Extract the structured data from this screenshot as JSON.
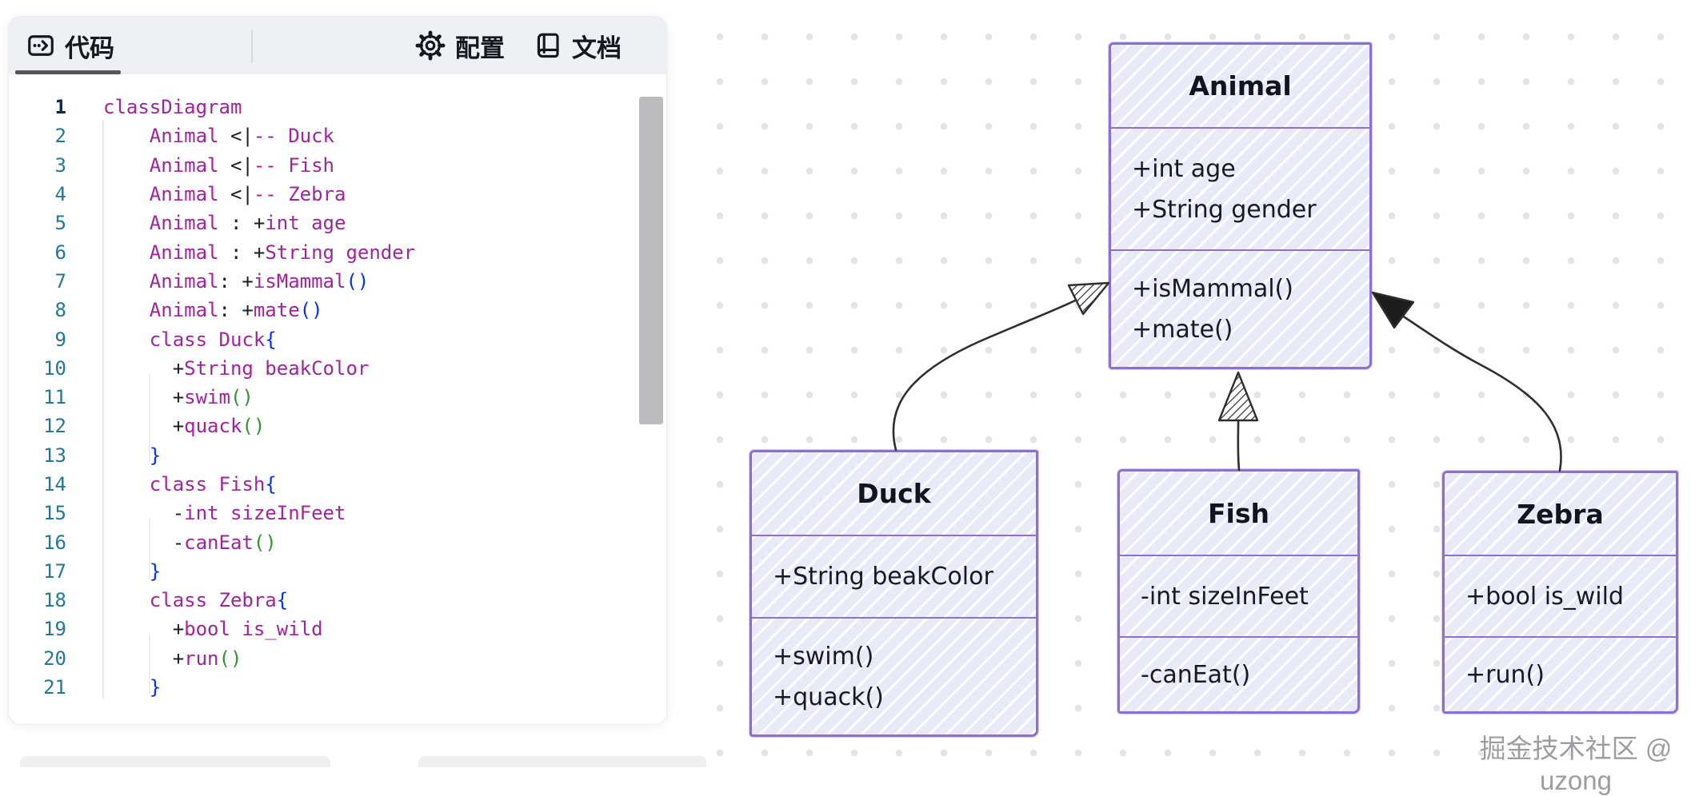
{
  "tabs": {
    "code": "代码",
    "config": "配置",
    "docs": "文档"
  },
  "editor": {
    "active_line": 1,
    "lines": [
      {
        "n": 1,
        "tokens": [
          [
            "classDiagram",
            "m"
          ]
        ]
      },
      {
        "n": 2,
        "tokens": [
          [
            "    Animal ",
            "m"
          ],
          [
            "<|",
            "k"
          ],
          [
            "-- Duck",
            "m"
          ]
        ]
      },
      {
        "n": 3,
        "tokens": [
          [
            "    Animal ",
            "m"
          ],
          [
            "<|",
            "k"
          ],
          [
            "-- Fish",
            "m"
          ]
        ]
      },
      {
        "n": 4,
        "tokens": [
          [
            "    Animal ",
            "m"
          ],
          [
            "<|",
            "k"
          ],
          [
            "-- Zebra",
            "m"
          ]
        ]
      },
      {
        "n": 5,
        "tokens": [
          [
            "    Animal ",
            "m"
          ],
          [
            ": +",
            "k"
          ],
          [
            "int age",
            "m"
          ]
        ]
      },
      {
        "n": 6,
        "tokens": [
          [
            "    Animal ",
            "m"
          ],
          [
            ": +",
            "k"
          ],
          [
            "String gender",
            "m"
          ]
        ]
      },
      {
        "n": 7,
        "tokens": [
          [
            "    Animal",
            "m"
          ],
          [
            ": +",
            "k"
          ],
          [
            "isMammal",
            "m"
          ],
          [
            "()",
            "b"
          ]
        ]
      },
      {
        "n": 8,
        "tokens": [
          [
            "    Animal",
            "m"
          ],
          [
            ": +",
            "k"
          ],
          [
            "mate",
            "m"
          ],
          [
            "()",
            "b"
          ]
        ]
      },
      {
        "n": 9,
        "tokens": [
          [
            "    class Duck",
            "m"
          ],
          [
            "{",
            "b"
          ]
        ]
      },
      {
        "n": 10,
        "tokens": [
          [
            "      +",
            "k"
          ],
          [
            "String beakColor",
            "m"
          ]
        ]
      },
      {
        "n": 11,
        "tokens": [
          [
            "      +",
            "k"
          ],
          [
            "swim",
            "m"
          ],
          [
            "()",
            "g"
          ]
        ]
      },
      {
        "n": 12,
        "tokens": [
          [
            "      +",
            "k"
          ],
          [
            "quack",
            "m"
          ],
          [
            "()",
            "g"
          ]
        ]
      },
      {
        "n": 13,
        "tokens": [
          [
            "    }",
            "b"
          ]
        ]
      },
      {
        "n": 14,
        "tokens": [
          [
            "    class Fish",
            "m"
          ],
          [
            "{",
            "b"
          ]
        ]
      },
      {
        "n": 15,
        "tokens": [
          [
            "      -",
            "k"
          ],
          [
            "int sizeInFeet",
            "m"
          ]
        ]
      },
      {
        "n": 16,
        "tokens": [
          [
            "      -",
            "k"
          ],
          [
            "canEat",
            "m"
          ],
          [
            "()",
            "g"
          ]
        ]
      },
      {
        "n": 17,
        "tokens": [
          [
            "    }",
            "b"
          ]
        ]
      },
      {
        "n": 18,
        "tokens": [
          [
            "    class Zebra",
            "m"
          ],
          [
            "{",
            "b"
          ]
        ]
      },
      {
        "n": 19,
        "tokens": [
          [
            "      +",
            "k"
          ],
          [
            "bool is_wild",
            "m"
          ]
        ]
      },
      {
        "n": 20,
        "tokens": [
          [
            "      +",
            "k"
          ],
          [
            "run",
            "m"
          ],
          [
            "()",
            "g"
          ]
        ]
      },
      {
        "n": 21,
        "tokens": [
          [
            "    }",
            "b"
          ]
        ]
      }
    ]
  },
  "diagram": {
    "classes": [
      {
        "id": "Animal",
        "title": "Animal",
        "attrs": [
          "+int age",
          "+String gender"
        ],
        "methods": [
          "+isMammal()",
          "+mate()"
        ]
      },
      {
        "id": "Duck",
        "title": "Duck",
        "attrs": [
          "+String beakColor"
        ],
        "methods": [
          "+swim()",
          "+quack()"
        ]
      },
      {
        "id": "Fish",
        "title": "Fish",
        "attrs": [
          "-int sizeInFeet"
        ],
        "methods": [
          "-canEat()"
        ]
      },
      {
        "id": "Zebra",
        "title": "Zebra",
        "attrs": [
          "+bool is_wild"
        ],
        "methods": [
          "+run()"
        ]
      }
    ],
    "edges": [
      {
        "from": "Duck",
        "to": "Animal",
        "type": "inheritance"
      },
      {
        "from": "Fish",
        "to": "Animal",
        "type": "inheritance"
      },
      {
        "from": "Zebra",
        "to": "Animal",
        "type": "inheritance"
      }
    ]
  },
  "watermark": "掘金技术社区 @ uzong",
  "colors": {
    "purple": "#8d6fd2",
    "magenta": "#a3239e",
    "bracket-blue": "#0431fa",
    "bracket-green": "#319331",
    "linenum": "#237893",
    "linenum-active": "#0b216f",
    "edge": "#2e2e2e"
  }
}
